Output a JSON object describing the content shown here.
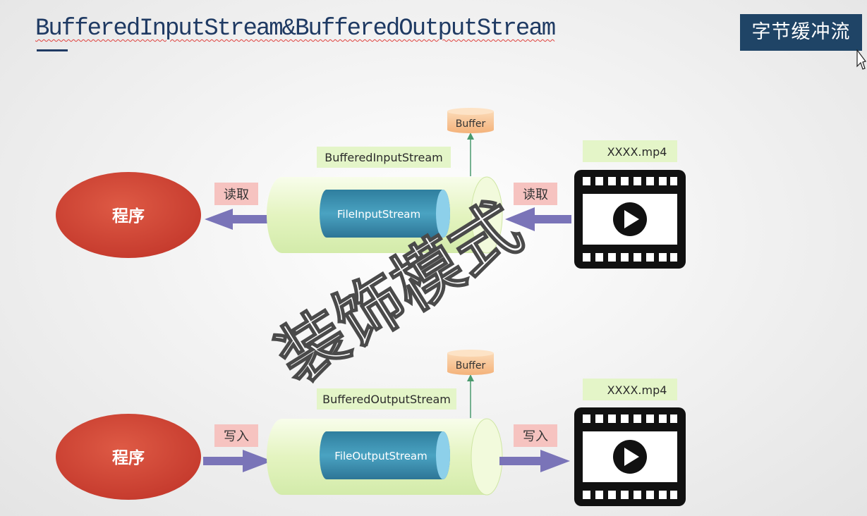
{
  "title": "BufferedInputStream&BufferedOutputStream",
  "badge": "字节缓冲流",
  "watermark": "装饰模式",
  "input_row": {
    "program": "程序",
    "left_tag": "读取",
    "right_tag": "读取",
    "wrapper_label": "BufferedInputStream",
    "inner_stream": "FileInputStream",
    "buffer": "Buffer",
    "file_label": "XXXX.mp4"
  },
  "output_row": {
    "program": "程序",
    "left_tag": "写入",
    "right_tag": "写入",
    "wrapper_label": "BufferedOutputStream",
    "inner_stream": "FileOutputStream",
    "buffer": "Buffer",
    "file_label": "XXXX.mp4"
  },
  "colors": {
    "program": "#d2402f",
    "arrow": "#7a74b8",
    "tag_bg": "#f6c3c0",
    "label_bg": "#e4f5c8",
    "outer_cylinder": "#e8f5c6",
    "inner_cylinder": "#3d8fae",
    "buffer": "#f7c79a",
    "buffer_link": "#4a9a6e",
    "title": "#1f3a63",
    "badge_bg": "#1f4466"
  }
}
